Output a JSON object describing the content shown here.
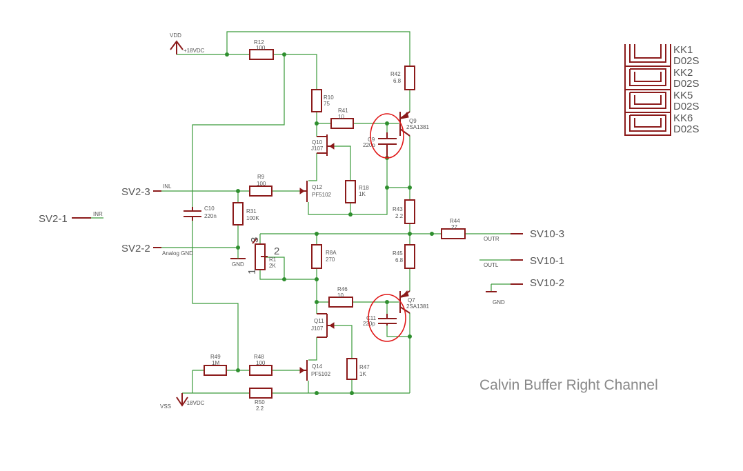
{
  "title": "Calvin Buffer Right Channel",
  "connectors": {
    "sv2_1": "SV2-1",
    "sv2_2": "SV2-2",
    "sv2_3": "SV2-3",
    "sv10_1": "SV10-1",
    "sv10_2": "SV10-2",
    "sv10_3": "SV10-3"
  },
  "nets": {
    "vdd": "VDD",
    "vdd_value": "+18VDC",
    "vss": "VSS",
    "vss_value": "-18VDC",
    "inl": "INL",
    "inr": "INR",
    "analog_gnd": "Analog GND",
    "gnd": "GND",
    "gnd2": "GND",
    "outr": "OUTR",
    "outl": "OUTL"
  },
  "components": {
    "R12": {
      "name": "R12",
      "value": "100"
    },
    "R42": {
      "name": "R42",
      "value": "6.8"
    },
    "R10": {
      "name": "R10",
      "value": "75"
    },
    "R41": {
      "name": "R41",
      "value": "10"
    },
    "Q9": {
      "name": "Q9",
      "value": "2SA1381"
    },
    "C9": {
      "name": "C9",
      "value": "220p"
    },
    "Q10": {
      "name": "Q10",
      "value": "J107"
    },
    "R9": {
      "name": "R9",
      "value": "100"
    },
    "Q12": {
      "name": "Q12",
      "value": "PF5102"
    },
    "R18": {
      "name": "R18",
      "value": "1K"
    },
    "R43": {
      "name": "R43",
      "value": "2.2"
    },
    "R44": {
      "name": "R44",
      "value": "27"
    },
    "C10": {
      "name": "C10",
      "value": "220n"
    },
    "R31": {
      "name": "R31",
      "value": "100K"
    },
    "R1": {
      "name": "R1",
      "value": "2K",
      "pin1": "1",
      "pin2": "2",
      "pin3": "3"
    },
    "R8A": {
      "name": "R8A",
      "value": "270"
    },
    "R45": {
      "name": "R45",
      "value": "6.8"
    },
    "R46": {
      "name": "R46",
      "value": "10"
    },
    "Q7": {
      "name": "Q7",
      "value": "2SA1381"
    },
    "C11": {
      "name": "C11",
      "value": "220p"
    },
    "Q11": {
      "name": "Q11",
      "value": "J107"
    },
    "R49": {
      "name": "R49",
      "value": "1M"
    },
    "R48": {
      "name": "R48",
      "value": "100"
    },
    "Q14": {
      "name": "Q14",
      "value": "PF5102"
    },
    "R47": {
      "name": "R47",
      "value": "1K"
    },
    "R50": {
      "name": "R50",
      "value": "2.2"
    }
  },
  "heatsinks": [
    {
      "name": "KK1",
      "value": "D02S"
    },
    {
      "name": "KK2",
      "value": "D02S"
    },
    {
      "name": "KK5",
      "value": "D02S"
    },
    {
      "name": "KK6",
      "value": "D02S"
    }
  ],
  "colors": {
    "wire": "#3a9a3a",
    "part": "#8b1a1a",
    "highlight": "#e01818",
    "text": "#555555"
  }
}
